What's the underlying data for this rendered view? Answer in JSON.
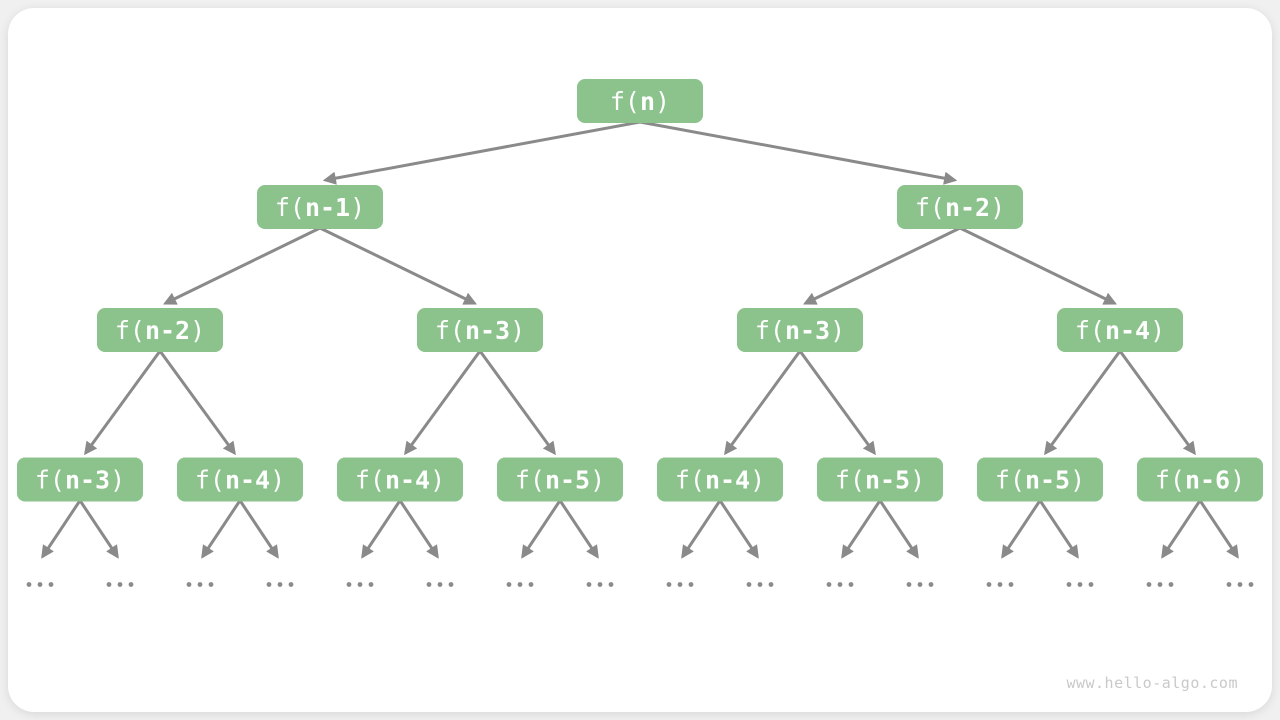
{
  "watermark": "www.hello-algo.com",
  "colors": {
    "node_fill": "#8cc38c",
    "node_text": "#ffffff",
    "arrow": "#8a8a8a",
    "ellipsis_dot": "#8a8a8a",
    "card_background": "#ffffff",
    "page_background": "#f0f0f0",
    "watermark_text": "#c9c9c9"
  },
  "diagram": {
    "type": "recursion-tree",
    "levels": [
      [
        "f(n)"
      ],
      [
        "f(n-1)",
        "f(n-2)"
      ],
      [
        "f(n-2)",
        "f(n-3)",
        "f(n-3)",
        "f(n-4)"
      ],
      [
        "f(n-3)",
        "f(n-4)",
        "f(n-4)",
        "f(n-5)",
        "f(n-4)",
        "f(n-5)",
        "f(n-5)",
        "f(n-6)"
      ]
    ],
    "leaf_label": "...",
    "leaf_count": 16
  }
}
